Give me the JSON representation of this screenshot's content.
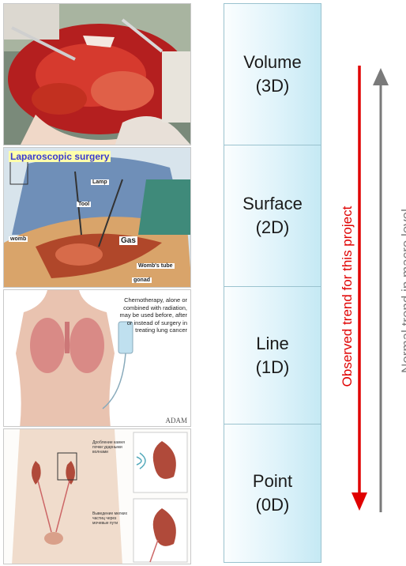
{
  "images": {
    "open_surgery": {
      "alt": "open surgery photo"
    },
    "laparoscopic": {
      "title": "Laparoscopic surgery",
      "labels": {
        "lamp": "Lamp",
        "tool": "Tool",
        "gas": "Gas",
        "womb": "womb",
        "wombs_tube": "Womb's tube",
        "gonad": "gonad"
      }
    },
    "chemotherapy": {
      "caption": "Chemotherapy, alone or combined with radiation, may be used before, after or instead of surgery in treating lung cancer",
      "credit": "ADAM"
    },
    "lithotripsy": {
      "caption_top": "Дробление камня почки ударными волнами",
      "caption_bottom": "Выведение мелких частиц через мочевые пути"
    }
  },
  "scale": {
    "levels": [
      {
        "name": "Volume",
        "dim": "(3D)"
      },
      {
        "name": "Surface",
        "dim": "(2D)"
      },
      {
        "name": "Line",
        "dim": "(1D)"
      },
      {
        "name": "Point",
        "dim": "(0D)"
      }
    ]
  },
  "arrows": {
    "observed": {
      "label": "Observed trend for this project",
      "color": "#e00000",
      "direction": "down"
    },
    "normal": {
      "label": "Normal trend in macro level",
      "color": "#7a7a7a",
      "direction": "up"
    }
  }
}
